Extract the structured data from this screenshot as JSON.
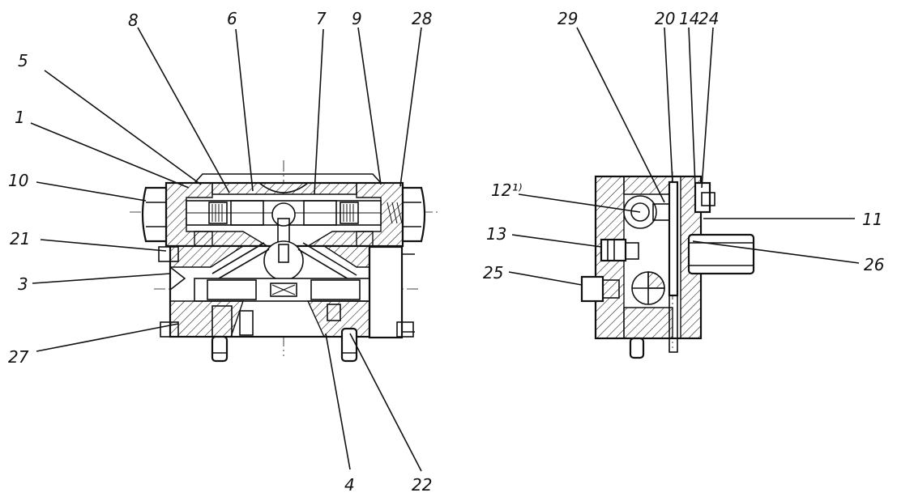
{
  "left_view": {
    "labels": [
      "5",
      "1",
      "10",
      "21",
      "3",
      "27",
      "8",
      "6",
      "7",
      "9",
      "28",
      "4",
      "22"
    ]
  },
  "right_view": {
    "labels": [
      "29",
      "20",
      "14",
      "24",
      "12¹⁾",
      "13",
      "25",
      "11",
      "26"
    ]
  },
  "colors": {
    "ink": "#111111",
    "paper": "#ffffff"
  }
}
